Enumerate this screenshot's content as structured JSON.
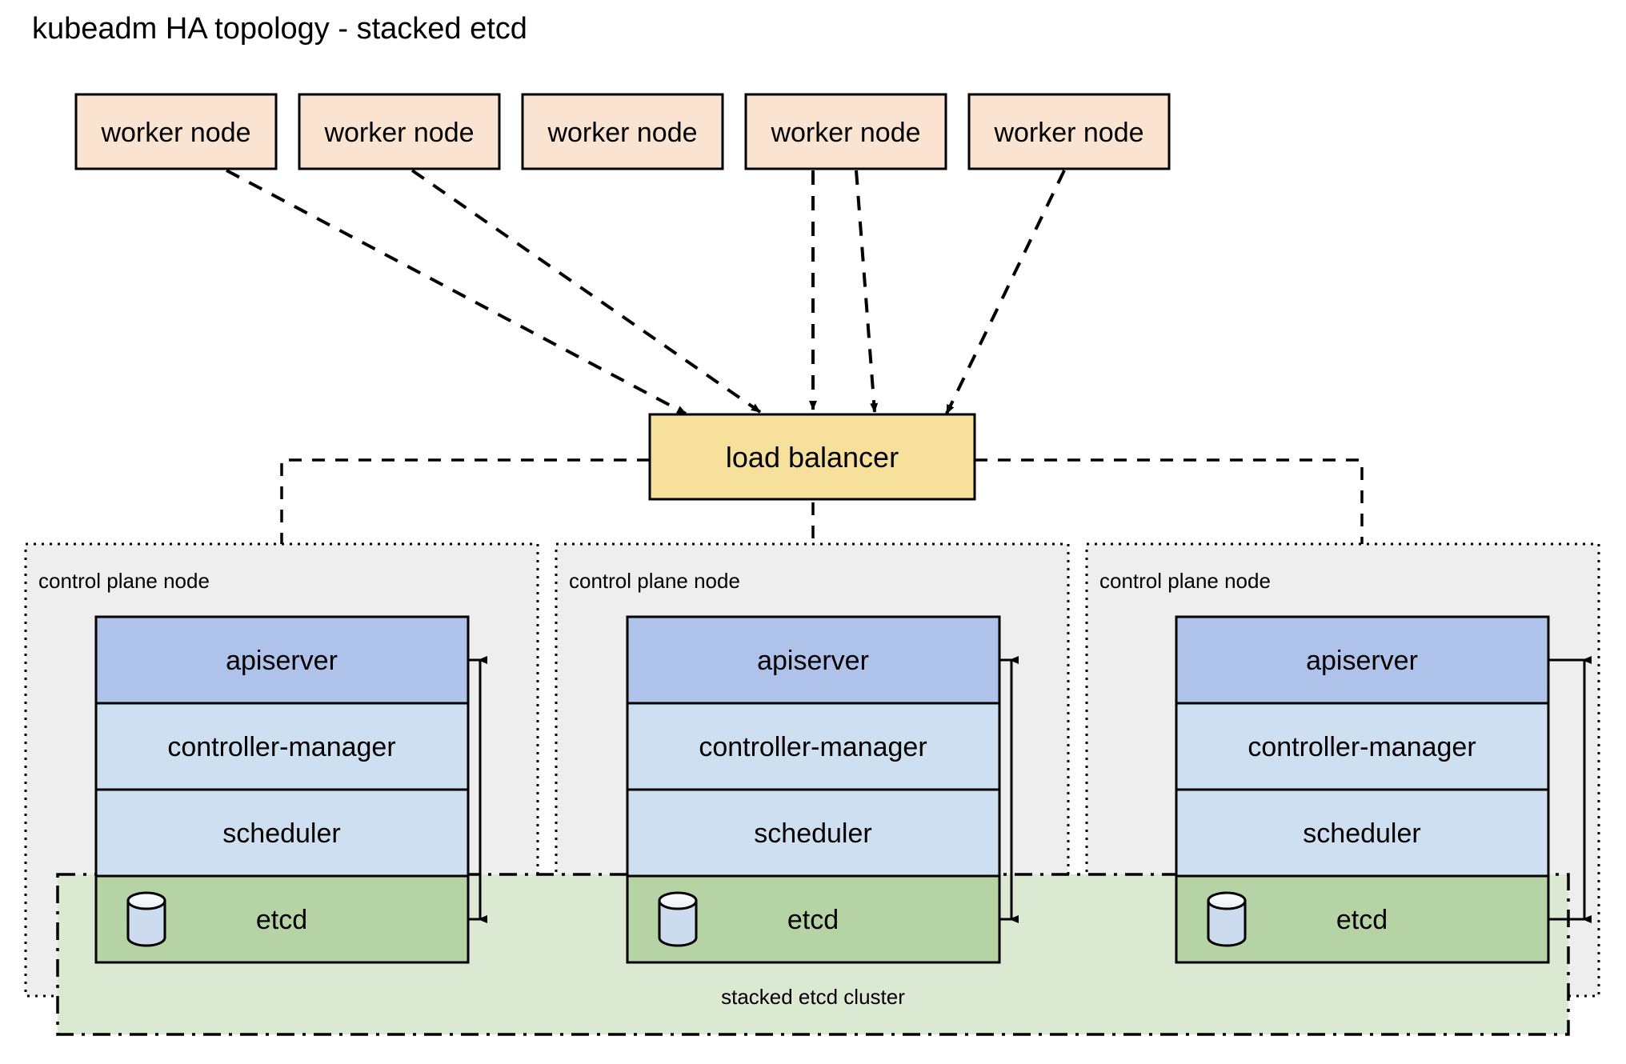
{
  "title": "kubeadm HA topology - stacked etcd",
  "diagram": {
    "type": "architecture-diagram",
    "workers": [
      {
        "label": "worker node"
      },
      {
        "label": "worker node"
      },
      {
        "label": "worker node"
      },
      {
        "label": "worker node"
      },
      {
        "label": "worker node"
      }
    ],
    "load_balancer": {
      "label": "load balancer"
    },
    "control_planes": [
      {
        "group_label": "control plane node",
        "components": [
          {
            "label": "apiserver"
          },
          {
            "label": "controller-manager"
          },
          {
            "label": "scheduler"
          },
          {
            "label": "etcd",
            "icon": "database-cylinder-icon"
          }
        ]
      },
      {
        "group_label": "control plane node",
        "components": [
          {
            "label": "apiserver"
          },
          {
            "label": "controller-manager"
          },
          {
            "label": "scheduler"
          },
          {
            "label": "etcd",
            "icon": "database-cylinder-icon"
          }
        ]
      },
      {
        "group_label": "control plane node",
        "components": [
          {
            "label": "apiserver"
          },
          {
            "label": "controller-manager"
          },
          {
            "label": "scheduler"
          },
          {
            "label": "etcd",
            "icon": "database-cylinder-icon"
          }
        ]
      }
    ],
    "etcd_cluster": {
      "label": "stacked etcd cluster"
    },
    "colors": {
      "worker_fill": "#fae3d0",
      "load_balancer_fill": "#f7e09b",
      "apiserver_fill": "#aec2ea",
      "controller_manager_fill": "#cfdff2",
      "scheduler_fill": "#cfdff2",
      "etcd_fill": "#b5d3a5",
      "etcd_cluster_fill": "#dce9d2",
      "control_plane_fill": "#efeeee",
      "cylinder_fill": "#ccdcee",
      "stroke": "#000000",
      "background": "#ffffff"
    }
  }
}
